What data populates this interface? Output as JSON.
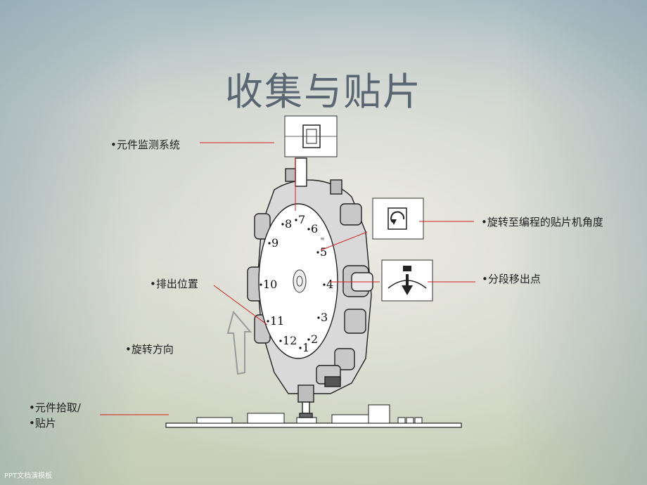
{
  "slide": {
    "title": "收集与贴片",
    "labels": {
      "component_monitor": "•元件监测系统",
      "rotate_angle": "•旋转至编程的贴片机角度",
      "segment_out": "•分段移出点",
      "eject_position": "•排出位置",
      "rotate_direction": "•旋转方向",
      "pickup_line1": "•元件拾取/",
      "pickup_line2": "•贴片"
    },
    "dial_numbers": [
      "1",
      "2",
      "3",
      "4",
      "5",
      "6",
      "7",
      "8",
      "9",
      "10",
      "11",
      "12"
    ],
    "leader_color": "#d22020",
    "watermark": "PPT文档演模板"
  }
}
